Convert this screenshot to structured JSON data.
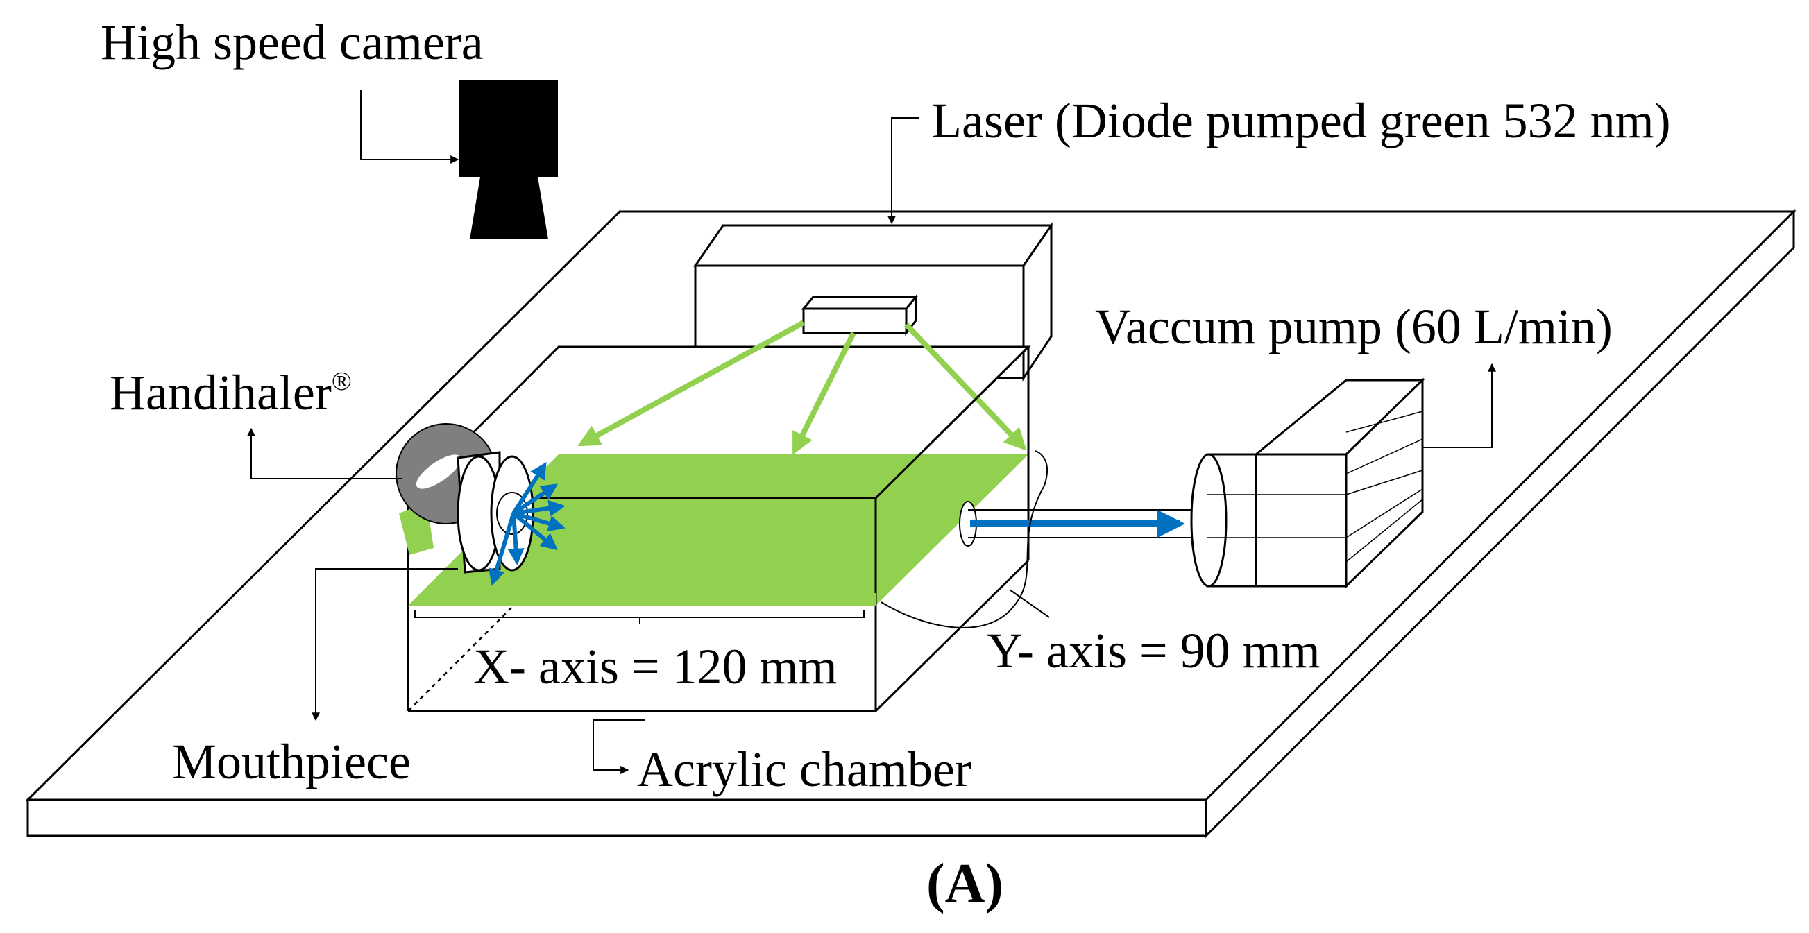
{
  "labels": {
    "camera": "High speed camera",
    "laser": "Laser (Diode pumped green 532 nm)",
    "pump": "Vaccum pump (60 L/min)",
    "inhaler": "Handihaler",
    "inhaler_mark": "®",
    "mouthpiece": "Mouthpiece",
    "x_axis": "X- axis = 120 mm",
    "y_axis": "Y- axis = 90 mm",
    "chamber": "Acrylic chamber",
    "panel": "(A)"
  },
  "colors": {
    "laser_sheet": "#92d050",
    "flow_arrow": "#0070c0",
    "inhaler_grey": "#7f7f7f",
    "camera": "#000000"
  },
  "icons": {
    "camera": "camera-icon",
    "inhaler": "inhaler-icon",
    "pump": "vacuum-pump-icon"
  }
}
